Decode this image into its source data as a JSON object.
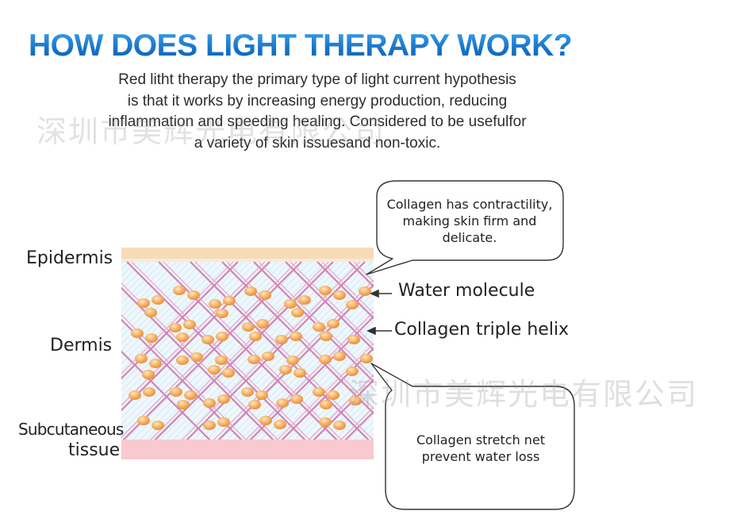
{
  "title": "HOW DOES LIGHT THERAPY WORK?",
  "intro": {
    "line1": "Red litht therapy the  primary type of light current hypothesis",
    "line2": "is that it works by increasing energy production, reducing",
    "line3": "inflammation and speeding healing. Considered to be usefulfor",
    "line4": "a variety of skin issuesand non-toxic."
  },
  "watermarks": {
    "top": "深圳市美辉光电有限公司",
    "right": "深圳市美辉光电有限公司"
  },
  "layers": {
    "epidermis": "Epidermis",
    "dermis": "Dermis",
    "subcutaneous_line1": "Subcutaneous",
    "subcutaneous_line2": "tissue"
  },
  "annotations": {
    "water_molecule": "Water molecule",
    "collagen_helix": "Collagen triple helix"
  },
  "bubbles": {
    "top_line1": "Collagen has contractility,",
    "top_line2": "making skin firm and",
    "top_line3": "delicate.",
    "bottom_line1": "Collagen  stretch net",
    "bottom_line2": "prevent water loss"
  },
  "colors": {
    "title_blue": "#1a7fd0",
    "epidermis": "#f6dcb6",
    "subcutaneous": "#f8c9cf",
    "collagen_mesh": "#d36fa8",
    "water_dot": "#f2a04e",
    "dermis_bg": "#eaf5fb"
  }
}
